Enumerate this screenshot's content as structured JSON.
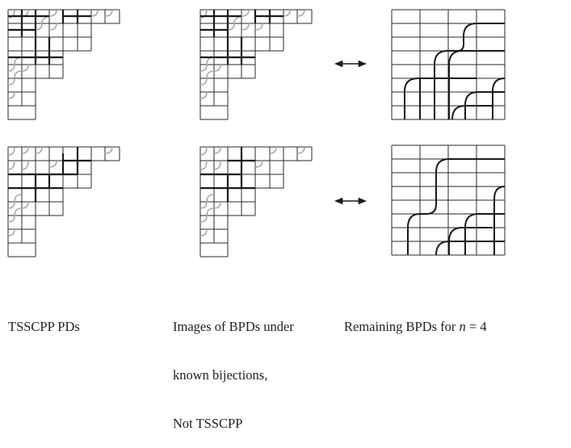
{
  "captions": {
    "left": [
      "TSSCPP PDs"
    ],
    "middle": [
      "Images of BPDs under",
      "known bijections,",
      "Not TSSCPP"
    ],
    "right_prefix": "Remaining BPDs for ",
    "right_var": "n",
    "right_suffix": " = 4"
  },
  "colors": {
    "grid": "#2a2a2a",
    "thick_pipe": "#1a1a1a",
    "thin_pipe": "#a8a8a8"
  },
  "icons": {
    "arrow": "double-headed-arrow-icon"
  }
}
